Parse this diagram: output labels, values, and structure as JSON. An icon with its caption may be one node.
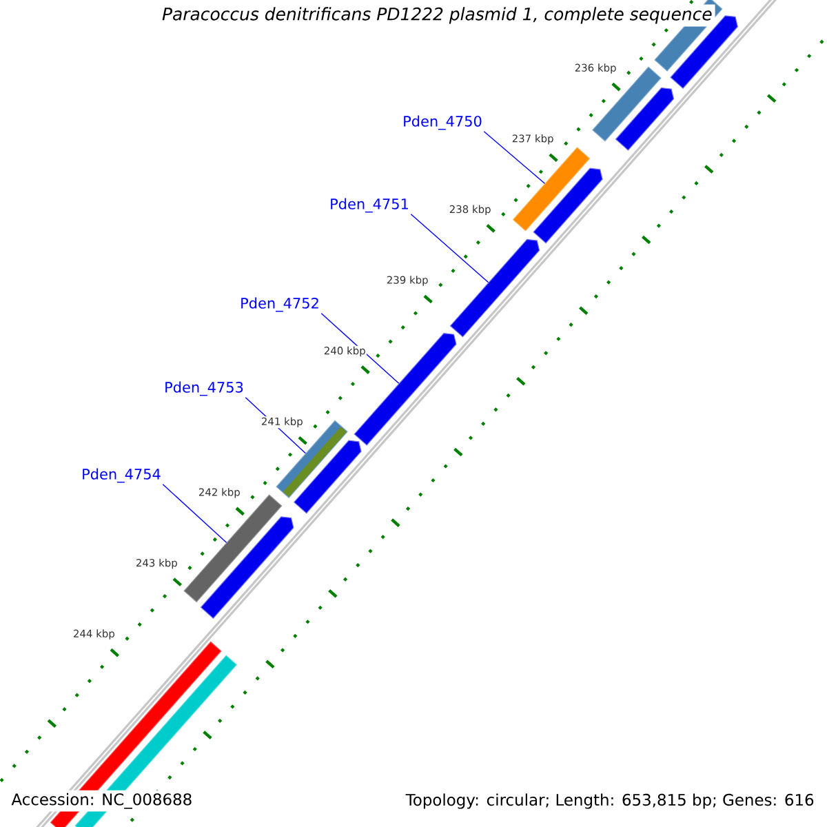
{
  "diagram": {
    "title": "Paracoccus denitrificans PD1222 plasmid 1, complete sequence",
    "nodes": [
      {
        "text": [
          "Pden_4750"
        ]
      },
      {
        "text": [
          "Pden_4751"
        ]
      },
      {
        "text": [
          "Pden_4752"
        ]
      },
      {
        "text": [
          "Pden_4753"
        ]
      },
      {
        "text": [
          "Pden_4754"
        ]
      },
      {
        "text": [],
        "shape": "bar"
      },
      {
        "text": [],
        "shape": "pentagon"
      },
      {
        "text": [],
        "shape": "bar"
      },
      {
        "text": [],
        "shape": "pentagon"
      },
      {
        "text": [],
        "shape": "bar"
      },
      {
        "text": [],
        "shape": "pentagon"
      },
      {
        "text": [],
        "shape": "pentagon"
      },
      {
        "text": [],
        "shape": "pentagon"
      },
      {
        "text": [],
        "shape": "bar"
      },
      {
        "text": [],
        "shape": "pentagon"
      },
      {
        "text": [],
        "shape": "bar"
      },
      {
        "text": [],
        "shape": "pentagon"
      },
      {
        "text": [],
        "shape": "bar"
      },
      {
        "text": [],
        "shape": "bar"
      }
    ],
    "edges": [
      {
        "from": 0,
        "to": 9,
        "arrow": "none"
      },
      {
        "from": 1,
        "to": 11,
        "arrow": "none"
      },
      {
        "from": 2,
        "to": 12,
        "arrow": "none"
      },
      {
        "from": 3,
        "to": 13,
        "arrow": "none"
      },
      {
        "from": 4,
        "to": 15,
        "arrow": "none"
      }
    ],
    "labels": [
      "236 kbp",
      "237 kbp",
      "238 kbp",
      "239 kbp",
      "240 kbp",
      "241 kbp",
      "242 kbp",
      "243 kbp",
      "244 kbp",
      "Accession: NC_008688",
      "Topology: circular; Length: 653,815 bp; Genes: 616"
    ]
  }
}
